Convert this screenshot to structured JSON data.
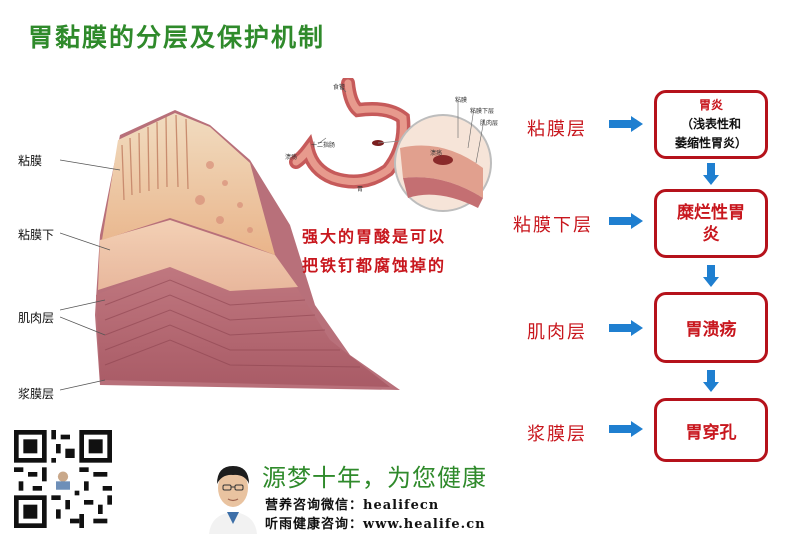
{
  "title": "胃黏膜的分层及保护机制",
  "layers_left": [
    "粘膜",
    "粘膜下",
    "肌肉层",
    "浆膜层"
  ],
  "stomach_labels": {
    "esophagus": "食管",
    "duodenum": "十二指肠",
    "ulcer1": "溃疡",
    "stomach": "胃",
    "mucosa": "粘膜",
    "submucosa": "粘膜下层",
    "muscle": "肌肉层",
    "ulcer2": "溃疡"
  },
  "note": {
    "line1": "强大的胃酸是可以",
    "line2": "把铁钉都腐蚀掉的"
  },
  "rows": [
    {
      "layer": "粘膜层",
      "stage_lines": [
        "胃炎",
        "（浅表性和",
        "萎缩性胃炎）"
      ]
    },
    {
      "layer": "粘膜下层",
      "stage_lines": [
        "糜烂性胃",
        "炎"
      ]
    },
    {
      "layer": "肌肉层",
      "stage_lines": [
        "胃溃疡"
      ]
    },
    {
      "layer": "浆膜层",
      "stage_lines": [
        "胃穿孔"
      ]
    }
  ],
  "footer": {
    "slogan": "源梦十年，为您健康",
    "wechat": "营养咨询微信：healifecn",
    "site": "听雨健康咨询：www.healife.cn"
  },
  "colors": {
    "title": "#2f8a2b",
    "accent_red": "#c8161d",
    "box_border": "#b5121b",
    "arrow_blue": "#1f7fd0"
  },
  "icons": [
    "qr-code-icon",
    "doctor-portrait-icon",
    "stomach-illustration-icon",
    "tissue-section-icon"
  ]
}
